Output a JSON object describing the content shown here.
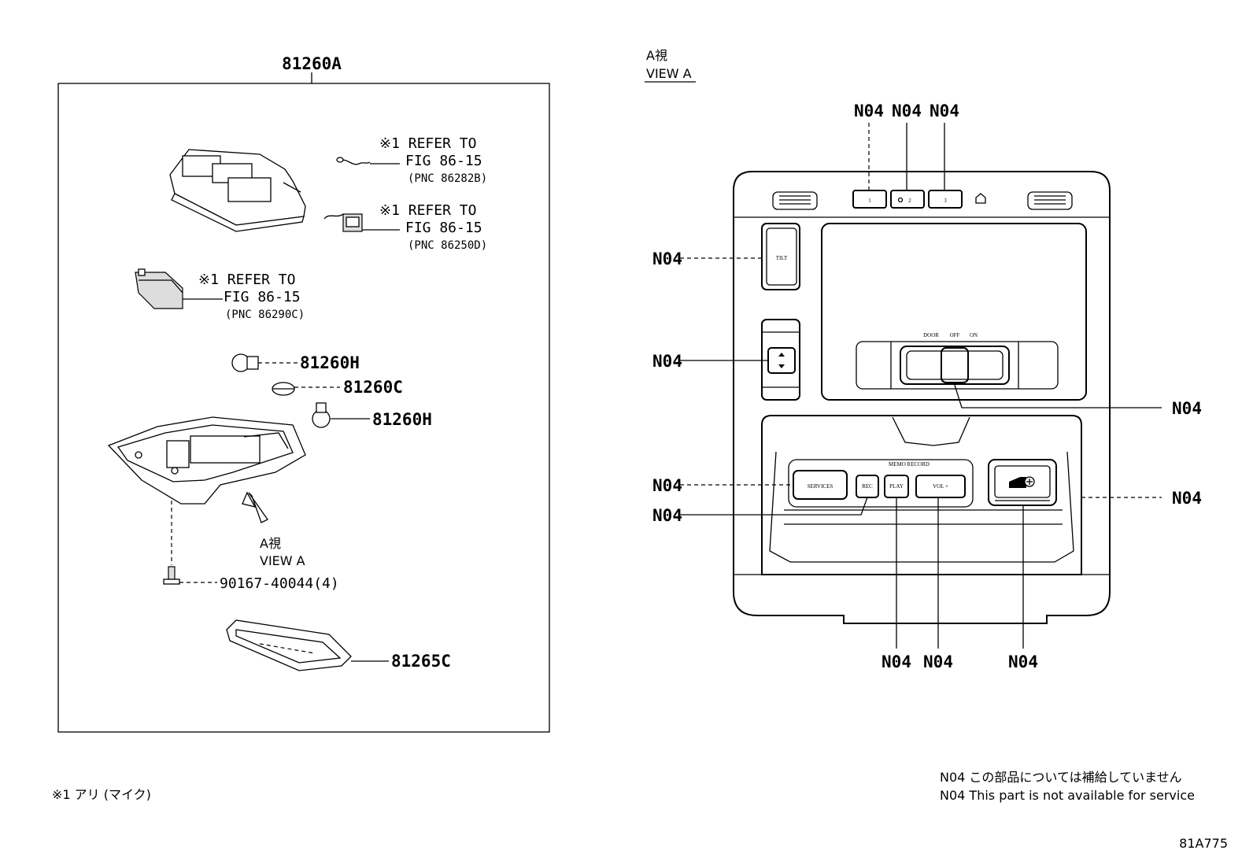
{
  "left_panel": {
    "assembly_label": "81260A",
    "refer_to": "※1 REFER TO",
    "fig_ref": "FIG 86-15",
    "callouts": [
      {
        "pnc": "(PNC 86282B)"
      },
      {
        "pnc": "(PNC 86250D)"
      },
      {
        "pnc": "(PNC 86290C)"
      }
    ],
    "parts": [
      "81260H",
      "81260C",
      "81260H",
      "90167-40044(4)",
      "81265C"
    ],
    "view_jp": "A視",
    "view_en": "VIEW A"
  },
  "right_panel": {
    "view_jp": "A視",
    "view_en": "VIEW A",
    "callout": "N04",
    "buttons": {
      "b1": "1",
      "b2": "2",
      "b3": "3",
      "tilt": "TILT",
      "switch_labels": [
        "DOOR",
        "OFF",
        "ON"
      ],
      "services": "SERVICES",
      "rec": "REC",
      "play": "PLAY",
      "vol": "VOL +",
      "memo_record": "MEMO RECORD"
    }
  },
  "notes": {
    "footnote": "※1 アリ (マイク)",
    "n04_jp": "N04 この部品については補給していません",
    "n04_en": "N04 This part is not available for service",
    "figure_id": "81A775"
  }
}
